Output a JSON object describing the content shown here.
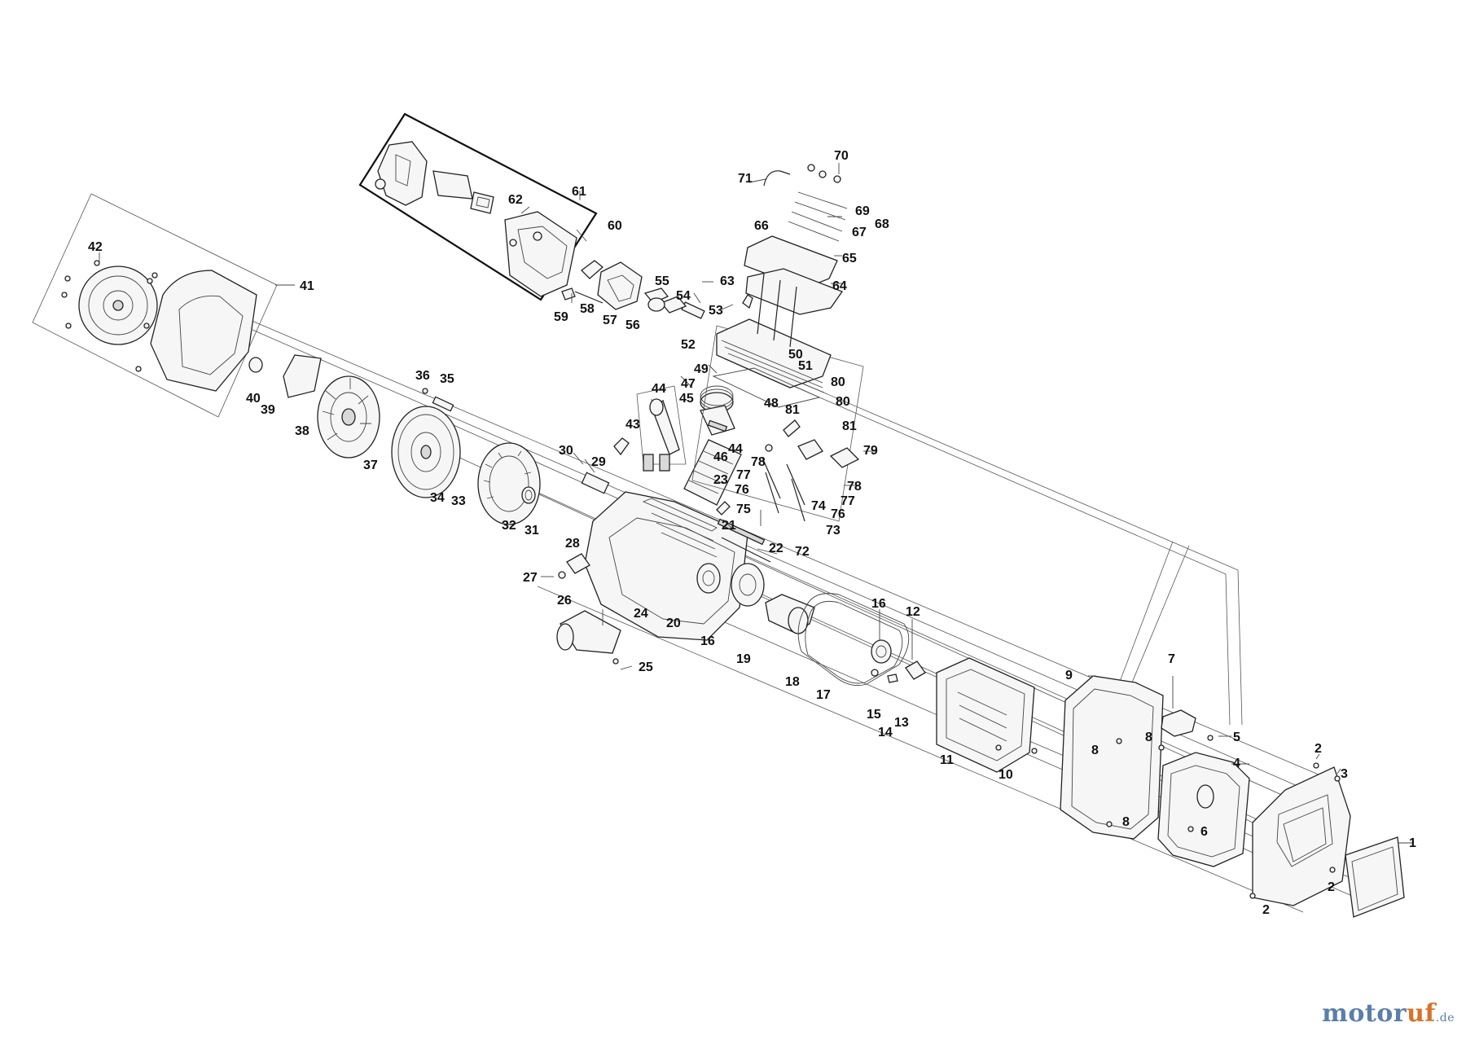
{
  "brand": {
    "part1": "motor",
    "part2": "uf",
    "tld": ".de"
  },
  "callouts": [
    {
      "id": "1",
      "text": "1"
    },
    {
      "id": "2a",
      "text": "2"
    },
    {
      "id": "2b",
      "text": "2"
    },
    {
      "id": "2c",
      "text": "2"
    },
    {
      "id": "3",
      "text": "3"
    },
    {
      "id": "4",
      "text": "4"
    },
    {
      "id": "5",
      "text": "5"
    },
    {
      "id": "6",
      "text": "6"
    },
    {
      "id": "7",
      "text": "7"
    },
    {
      "id": "8a",
      "text": "8"
    },
    {
      "id": "8b",
      "text": "8"
    },
    {
      "id": "8c",
      "text": "8"
    },
    {
      "id": "9",
      "text": "9"
    },
    {
      "id": "10",
      "text": "10"
    },
    {
      "id": "11",
      "text": "11"
    },
    {
      "id": "12",
      "text": "12"
    },
    {
      "id": "13",
      "text": "13"
    },
    {
      "id": "14",
      "text": "14"
    },
    {
      "id": "15",
      "text": "15"
    },
    {
      "id": "16a",
      "text": "16"
    },
    {
      "id": "16b",
      "text": "16"
    },
    {
      "id": "17",
      "text": "17"
    },
    {
      "id": "18",
      "text": "18"
    },
    {
      "id": "19",
      "text": "19"
    },
    {
      "id": "20",
      "text": "20"
    },
    {
      "id": "21",
      "text": "21"
    },
    {
      "id": "22",
      "text": "22"
    },
    {
      "id": "23",
      "text": "23"
    },
    {
      "id": "24",
      "text": "24"
    },
    {
      "id": "25",
      "text": "25"
    },
    {
      "id": "26",
      "text": "26"
    },
    {
      "id": "27",
      "text": "27"
    },
    {
      "id": "28",
      "text": "28"
    },
    {
      "id": "29",
      "text": "29"
    },
    {
      "id": "30",
      "text": "30"
    },
    {
      "id": "31",
      "text": "31"
    },
    {
      "id": "32",
      "text": "32"
    },
    {
      "id": "33",
      "text": "33"
    },
    {
      "id": "34",
      "text": "34"
    },
    {
      "id": "35",
      "text": "35"
    },
    {
      "id": "36",
      "text": "36"
    },
    {
      "id": "37",
      "text": "37"
    },
    {
      "id": "38",
      "text": "38"
    },
    {
      "id": "39",
      "text": "39"
    },
    {
      "id": "40",
      "text": "40"
    },
    {
      "id": "41",
      "text": "41"
    },
    {
      "id": "42",
      "text": "42"
    },
    {
      "id": "43",
      "text": "43"
    },
    {
      "id": "44a",
      "text": "44"
    },
    {
      "id": "44b",
      "text": "44"
    },
    {
      "id": "45",
      "text": "45"
    },
    {
      "id": "46",
      "text": "46"
    },
    {
      "id": "47",
      "text": "47"
    },
    {
      "id": "48",
      "text": "48"
    },
    {
      "id": "49",
      "text": "49"
    },
    {
      "id": "50",
      "text": "50"
    },
    {
      "id": "51",
      "text": "51"
    },
    {
      "id": "52",
      "text": "52"
    },
    {
      "id": "53",
      "text": "53"
    },
    {
      "id": "54",
      "text": "54"
    },
    {
      "id": "55",
      "text": "55"
    },
    {
      "id": "56",
      "text": "56"
    },
    {
      "id": "57",
      "text": "57"
    },
    {
      "id": "58",
      "text": "58"
    },
    {
      "id": "59",
      "text": "59"
    },
    {
      "id": "60",
      "text": "60"
    },
    {
      "id": "61",
      "text": "61"
    },
    {
      "id": "62",
      "text": "62"
    },
    {
      "id": "63",
      "text": "63"
    },
    {
      "id": "64",
      "text": "64"
    },
    {
      "id": "65",
      "text": "65"
    },
    {
      "id": "66",
      "text": "66"
    },
    {
      "id": "67",
      "text": "67"
    },
    {
      "id": "68",
      "text": "68"
    },
    {
      "id": "69",
      "text": "69"
    },
    {
      "id": "70",
      "text": "70"
    },
    {
      "id": "71",
      "text": "71"
    },
    {
      "id": "72",
      "text": "72"
    },
    {
      "id": "73",
      "text": "73"
    },
    {
      "id": "74",
      "text": "74"
    },
    {
      "id": "75",
      "text": "75"
    },
    {
      "id": "76a",
      "text": "76"
    },
    {
      "id": "76b",
      "text": "76"
    },
    {
      "id": "77a",
      "text": "77"
    },
    {
      "id": "77b",
      "text": "77"
    },
    {
      "id": "78a",
      "text": "78"
    },
    {
      "id": "78b",
      "text": "78"
    },
    {
      "id": "79",
      "text": "79"
    },
    {
      "id": "80a",
      "text": "80"
    },
    {
      "id": "80b",
      "text": "80"
    },
    {
      "id": "81a",
      "text": "81"
    },
    {
      "id": "81b",
      "text": "81"
    }
  ]
}
